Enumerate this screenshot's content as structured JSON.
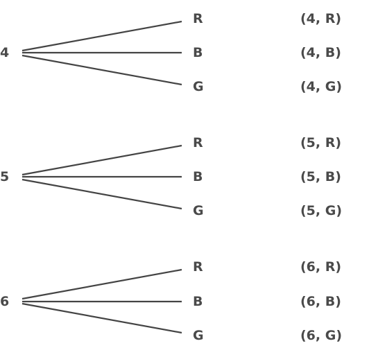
{
  "tree": {
    "groups": [
      {
        "root": "4",
        "branches": [
          {
            "leaf": "R",
            "outcome": "(4, R)"
          },
          {
            "leaf": "B",
            "outcome": "(4, B)"
          },
          {
            "leaf": "G",
            "outcome": "(4, G)"
          }
        ]
      },
      {
        "root": "5",
        "branches": [
          {
            "leaf": "R",
            "outcome": "(5, R)"
          },
          {
            "leaf": "B",
            "outcome": "(5, B)"
          },
          {
            "leaf": "G",
            "outcome": "(5, G)"
          }
        ]
      },
      {
        "root": "6",
        "branches": [
          {
            "leaf": "R",
            "outcome": "(6, R)"
          },
          {
            "leaf": "B",
            "outcome": "(6, B)"
          },
          {
            "leaf": "G",
            "outcome": "(6, G)"
          }
        ]
      }
    ]
  }
}
